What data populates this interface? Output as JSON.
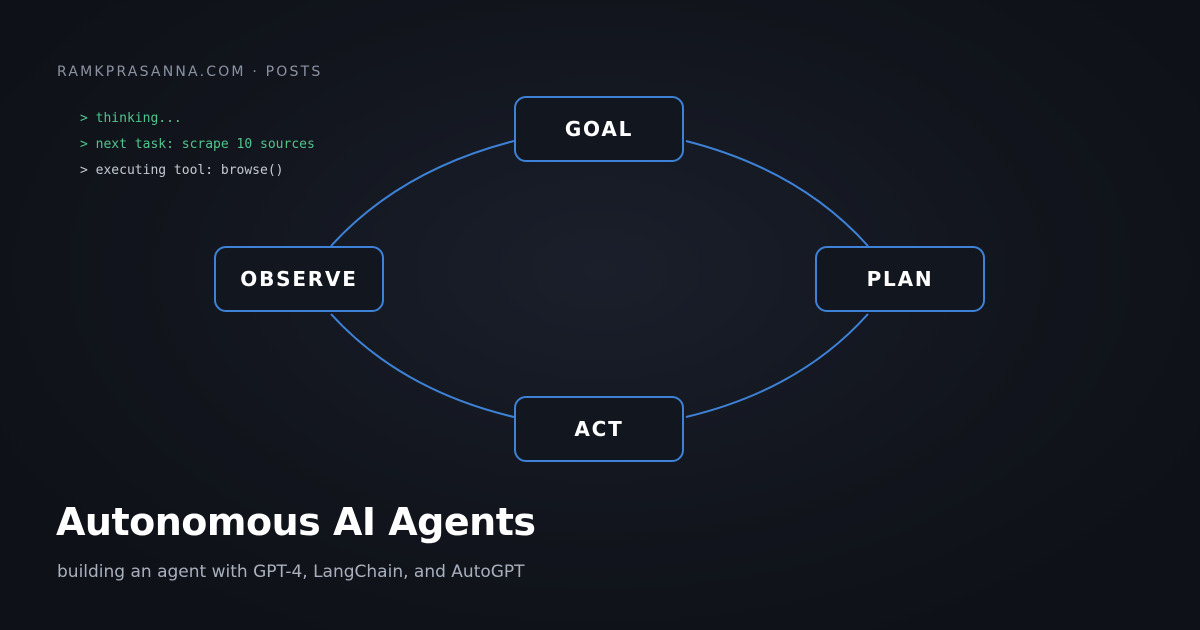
{
  "header": {
    "site_label": "RAMKPRASANNA.COM · POSTS"
  },
  "terminal": {
    "lines": [
      "> thinking...",
      "> next task: scrape 10 sources",
      "> executing tool: browse()"
    ]
  },
  "diagram": {
    "nodes": [
      "GOAL",
      "PLAN",
      "ACT",
      "OBSERVE"
    ],
    "edges": [
      [
        "GOAL",
        "PLAN"
      ],
      [
        "PLAN",
        "ACT"
      ],
      [
        "ACT",
        "OBSERVE"
      ],
      [
        "OBSERVE",
        "GOAL"
      ]
    ],
    "accent_color": "#3d82d6"
  },
  "footer": {
    "title": "Autonomous AI Agents",
    "subtitle": "building an agent with GPT-4, LangChain, and AutoGPT"
  },
  "colors": {
    "terminal_green": "#4fc58d",
    "terminal_gray": "#c4c9d3",
    "background": "#12151d"
  }
}
